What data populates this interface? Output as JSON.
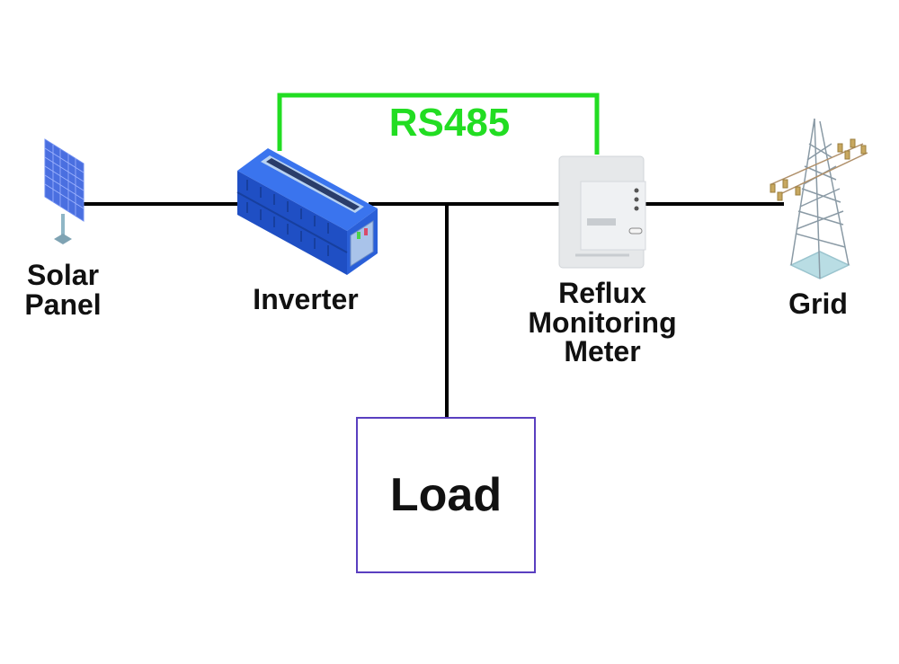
{
  "diagram": {
    "title": "Solar inverter anti-reflux wiring",
    "colors": {
      "power_line": "#000000",
      "comm_line": "#22dd22",
      "load_border": "#5a3fc0",
      "inverter_body": "#2a5fd8",
      "meter_body": "#e6e8ea",
      "tower_lattice": "#8a9aa5",
      "tower_base": "#b9dde4",
      "solar_cells": "#4a6fe0"
    },
    "nodes": {
      "solar_panel": {
        "label_line1": "Solar",
        "label_line2": "Panel",
        "icon": "solar-panel-icon"
      },
      "inverter": {
        "label": "Inverter",
        "icon": "inverter-icon"
      },
      "meter": {
        "label_line1": "Reflux",
        "label_line2": "Monitoring",
        "label_line3": "Meter",
        "icon": "energy-meter-icon"
      },
      "grid": {
        "label": "Grid",
        "icon": "transmission-tower-icon"
      },
      "load": {
        "label": "Load"
      }
    },
    "links": {
      "comm_label": "RS485"
    }
  }
}
